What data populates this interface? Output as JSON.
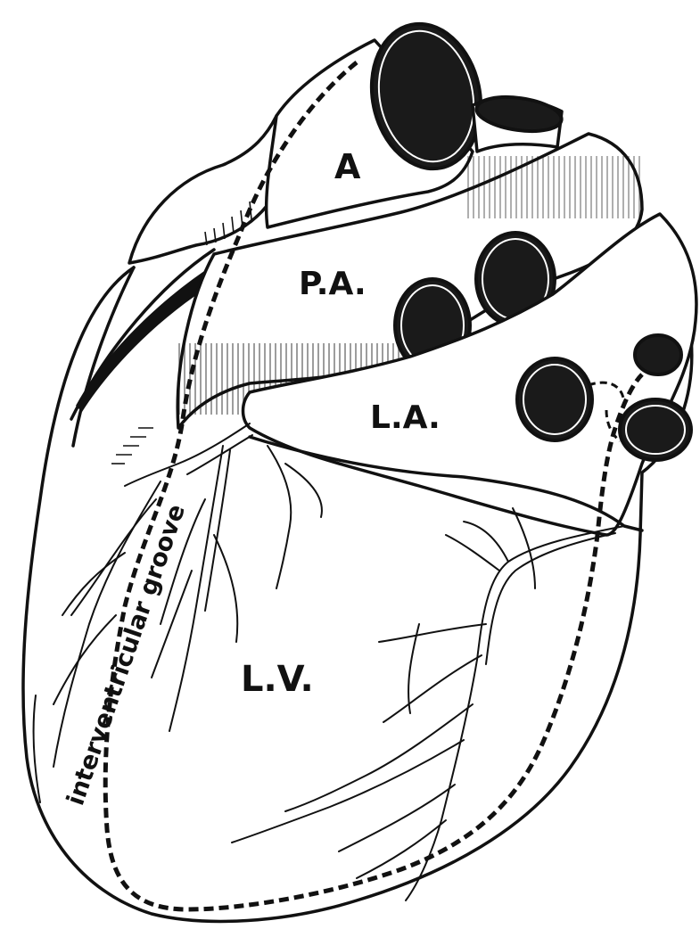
{
  "labels": {
    "aorta": "A",
    "pulmonary_artery": "P.A.",
    "left_atrium": "L.A.",
    "left_ventricle": "L.V.",
    "groove": "interventricular groove"
  },
  "colors": {
    "ink": "#111111",
    "background": "#ffffff"
  }
}
